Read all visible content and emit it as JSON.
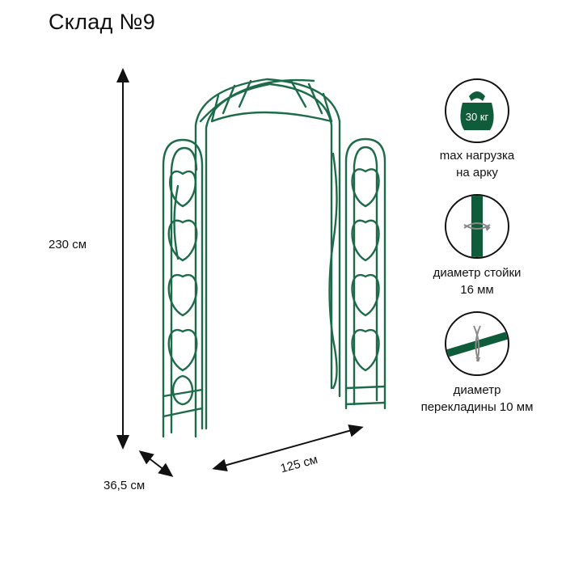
{
  "title": "Склад №9",
  "dimensions": {
    "height": "230 см",
    "depth": "36,5 см",
    "width": "125 см"
  },
  "features": [
    {
      "icon": "weight-icon",
      "badge": "30 кг",
      "label_line1": "max нагрузка",
      "label_line2": "на арку"
    },
    {
      "icon": "post-diameter-icon",
      "label_line1": "диаметр стойки",
      "label_line2": "16 мм"
    },
    {
      "icon": "crossbar-diameter-icon",
      "label_line1": "диаметр",
      "label_line2": "перекладины 10 мм"
    }
  ],
  "colors": {
    "frame_green": "#1d6b4a",
    "icon_green": "#0f5c3a",
    "outline": "#111111"
  }
}
